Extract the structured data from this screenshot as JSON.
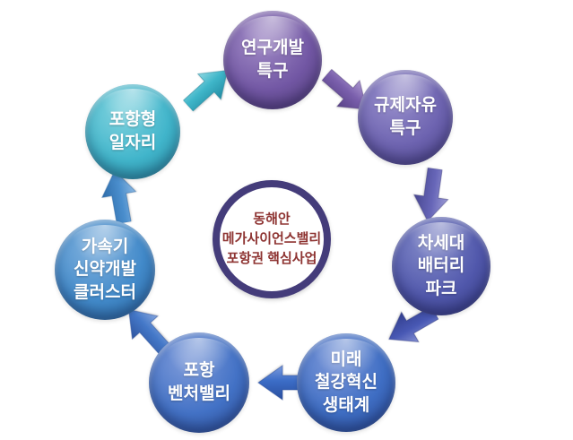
{
  "diagram": {
    "title_semantic": "pohang-megascience-valley-cycle",
    "center": {
      "label": "동해안\n메가사이언스밸리\n포항권 핵심사업",
      "ring_color": "#443c7a",
      "text_color": "#8e3432",
      "fill_color": "#ffffff"
    },
    "nodes": [
      {
        "id": "research-dev-zone",
        "label": "연구개발\n특구",
        "color": "#7257a4",
        "position": "top"
      },
      {
        "id": "regulation-free-zone",
        "label": "규제자유\n특구",
        "color": "#6d63b0",
        "position": "top-right"
      },
      {
        "id": "next-gen-battery-park",
        "label": "차세대\n배터리\n파크",
        "color": "#5158ac",
        "position": "right"
      },
      {
        "id": "future-steel-innovation",
        "label": "미래\n철강혁신\n생태계",
        "color": "#3f6ec4",
        "position": "bottom-right"
      },
      {
        "id": "pohang-venture-valley",
        "label": "포항\n벤처밸리",
        "color": "#4372c6",
        "position": "bottom"
      },
      {
        "id": "accelerator-drug-cluster",
        "label": "가속기\n신약개발\n클러스터",
        "color": "#428aca",
        "position": "left"
      },
      {
        "id": "pohang-jobs",
        "label": "포항형\n일자리",
        "color": "#41b5cb",
        "position": "top-left"
      }
    ],
    "arrows": [
      {
        "id": "jobs-to-research",
        "direction": "up-right",
        "color": "#3fb6c9"
      },
      {
        "id": "research-to-regulation",
        "direction": "down-right",
        "color": "#7a5fac"
      },
      {
        "id": "regulation-to-battery",
        "direction": "down",
        "color": "#6766b8"
      },
      {
        "id": "battery-to-steel",
        "direction": "down-left",
        "color": "#4858b4"
      },
      {
        "id": "steel-to-venture",
        "direction": "left",
        "color": "#3b6cc6"
      },
      {
        "id": "venture-to-accelerator",
        "direction": "up-left",
        "color": "#4478c8"
      },
      {
        "id": "accelerator-to-jobs",
        "direction": "up",
        "color": "#4a8ecd"
      }
    ]
  }
}
